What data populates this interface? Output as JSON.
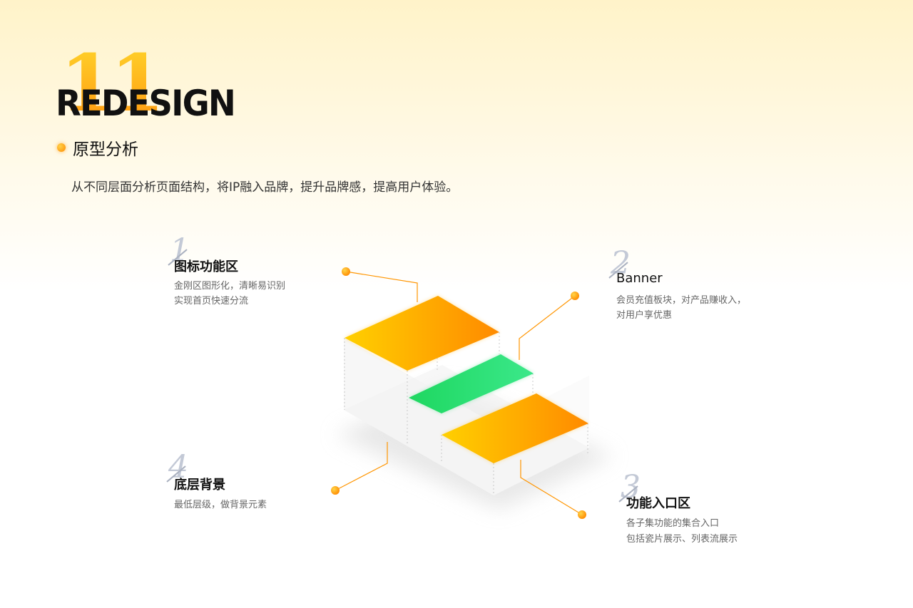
{
  "header": {
    "number": "11",
    "word": "REDESIGN",
    "section_title": "原型分析",
    "subtitle": "从不同层面分析页面结构，将IP融入品牌，提升品牌感，提高用户体验。"
  },
  "items": [
    {
      "num": "1",
      "title": "图标功能区",
      "desc": [
        "金刚区图形化，清晰易识别",
        "实现首页快速分流"
      ]
    },
    {
      "num": "2",
      "title": "Banner",
      "desc": [
        "会员充值板块，对产品赚收入，",
        "对用户享优惠"
      ]
    },
    {
      "num": "3",
      "title": "功能入口区",
      "desc": [
        "各子集功能的集合入口",
        "包括瓷片展示、列表流展示"
      ]
    },
    {
      "num": "4",
      "title": "底层背景",
      "desc": [
        "最低层级，做背景元素"
      ]
    }
  ],
  "colors": {
    "orange_start": "#ffd000",
    "orange_end": "#ff8a00",
    "green_start": "#1ed760",
    "green_end": "#3be88a",
    "connector": "#ff9500",
    "base": "#f4f4f4"
  }
}
